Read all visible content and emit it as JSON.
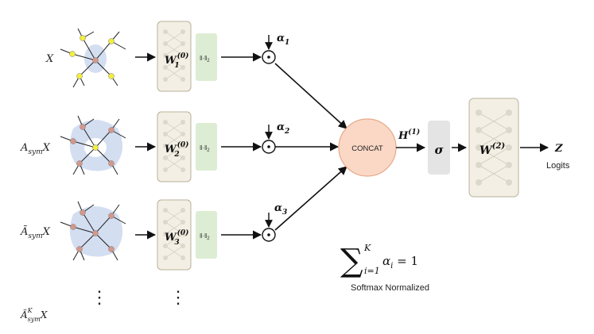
{
  "inputs": [
    {
      "base": "X",
      "sub": "",
      "sup": ""
    },
    {
      "base": "A",
      "sub": "sym",
      "sup": "",
      "suffix": "X"
    },
    {
      "base": "Ã",
      "sub": "sym",
      "sup": "",
      "suffix": "X"
    },
    {
      "base": "Ã",
      "sub": "sym",
      "sup": "K",
      "suffix": "X"
    }
  ],
  "weights": [
    {
      "base": "W",
      "sub": "1",
      "sup": "(0)"
    },
    {
      "base": "W",
      "sub": "2",
      "sup": "(0)"
    },
    {
      "base": "W",
      "sub": "3",
      "sup": "(0)"
    }
  ],
  "norm_label": "‖·‖",
  "norm_sub": "2",
  "alphas": [
    {
      "base": "α",
      "sub": "1"
    },
    {
      "base": "α",
      "sub": "2"
    },
    {
      "base": "α",
      "sub": "3"
    }
  ],
  "concat_label": "CONCAT",
  "hidden": {
    "base": "H",
    "sup": "(1)"
  },
  "sigma": "σ",
  "output_weight": {
    "base": "W",
    "sup": "(2)"
  },
  "output": {
    "symbol": "Z",
    "label": "Logits"
  },
  "constraint": {
    "sum": "∑",
    "upper": "K",
    "lower": "i=1",
    "term": "α",
    "term_sub": "i",
    "rhs": " = 1",
    "caption": "Softmax Normalized"
  },
  "ellipsis": "⋮",
  "colors": {
    "weight_box_fill": "#f3efe4",
    "weight_box_stroke": "#b9b09a",
    "norm_fill": "#dcedd3",
    "concat_fill": "#fbd8c6",
    "concat_stroke": "#e7a98a",
    "sigma_fill": "#e4e4e4",
    "node_yellow": "#f2ee3a",
    "node_pink": "#d4988a",
    "blob_blue": "#c9d6ee"
  }
}
